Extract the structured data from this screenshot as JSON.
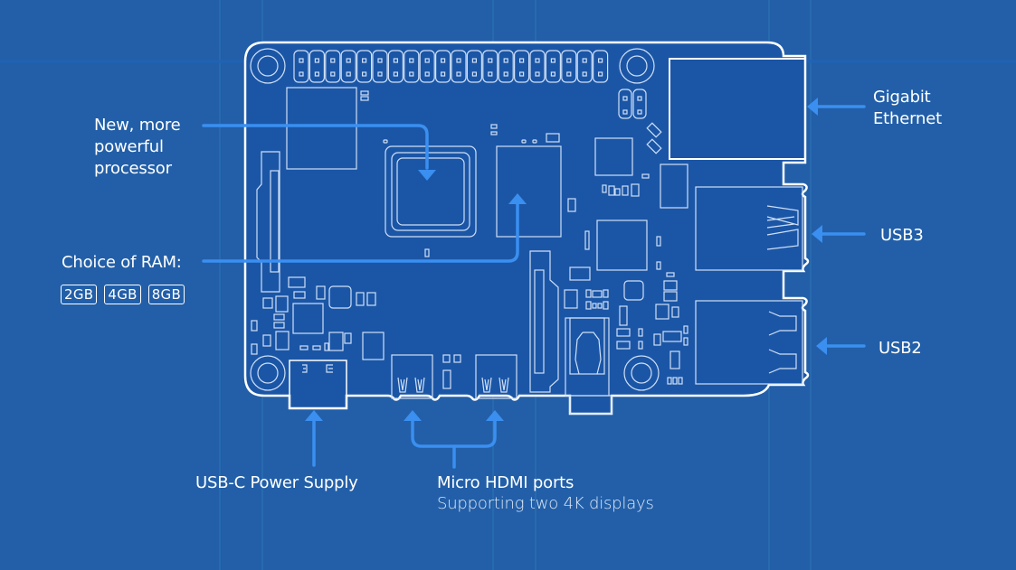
{
  "colors": {
    "background": "#225fa8",
    "board_fill": "#1b56a6",
    "outline": "#ffffff",
    "component": "#cfe0f7",
    "callout": "#3a8ff0",
    "grid": "#2d78b8"
  },
  "callouts": {
    "processor": {
      "lines": [
        "New, more",
        "powerful",
        "processor"
      ]
    },
    "ram": {
      "label": "Choice of RAM:",
      "options": [
        "2GB",
        "4GB",
        "8GB"
      ]
    },
    "ethernet": {
      "lines": [
        "Gigabit",
        "Ethernet"
      ]
    },
    "usb3": {
      "label": "USB3"
    },
    "usb2": {
      "label": "USB2"
    },
    "power": {
      "label": "USB-C Power Supply"
    },
    "hdmi": {
      "label": "Micro HDMI ports",
      "sublabel": "Supporting two 4K displays"
    }
  }
}
